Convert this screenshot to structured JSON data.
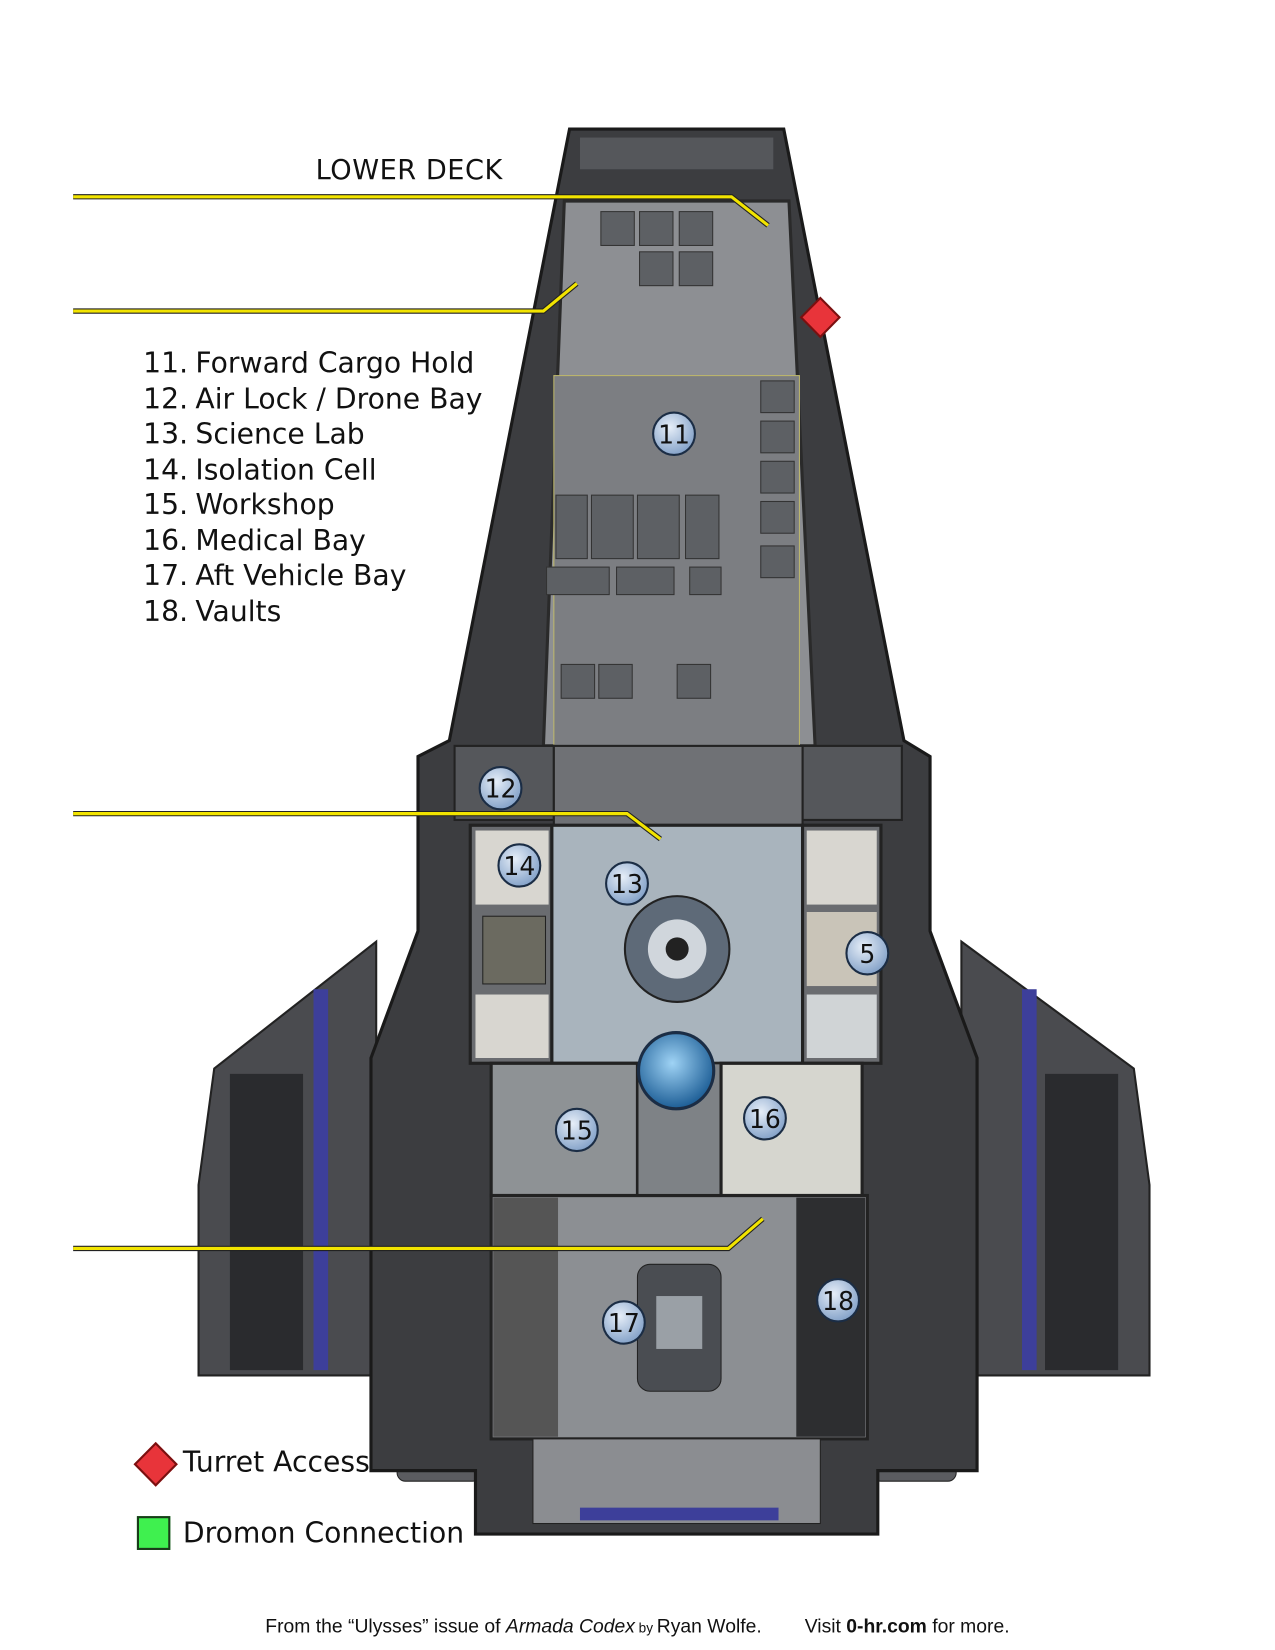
{
  "title": "LOWER DECK",
  "rooms": [
    {
      "num": "11.",
      "name": "Forward Cargo Hold"
    },
    {
      "num": "12.",
      "name": "Air Lock / Drone Bay"
    },
    {
      "num": "13.",
      "name": "Science Lab"
    },
    {
      "num": "14.",
      "name": "Isolation Cell"
    },
    {
      "num": "15.",
      "name": "Workshop"
    },
    {
      "num": "16.",
      "name": "Medical Bay"
    },
    {
      "num": "17.",
      "name": "Aft Vehicle Bay"
    },
    {
      "num": "18.",
      "name": "Vaults"
    }
  ],
  "markers": {
    "m11": "11",
    "m12": "12",
    "m13": "13",
    "m14": "14",
    "m5": "5",
    "m15": "15",
    "m16": "16",
    "m17": "17",
    "m18": "18"
  },
  "legend": {
    "turret": {
      "label": "Turret Access",
      "color": "#e8343a",
      "icon": "red-diamond-icon"
    },
    "dromon": {
      "label": "Dromon Connection",
      "color": "#3ff04f",
      "icon": "green-square-icon"
    }
  },
  "footer": {
    "pre": "From the “Ulysses” issue of ",
    "publication": "Armada Codex",
    "by": " by ",
    "author": "Ryan Wolfe.",
    "visit": "Visit ",
    "site": "0-hr.com",
    "post": " for more."
  },
  "colors": {
    "leader_line": "#f2e400",
    "hull": "#3c3d40",
    "floor": "#8a8c90",
    "lab_floor": "#a9b4bd",
    "marker": "#9fb8d8"
  }
}
